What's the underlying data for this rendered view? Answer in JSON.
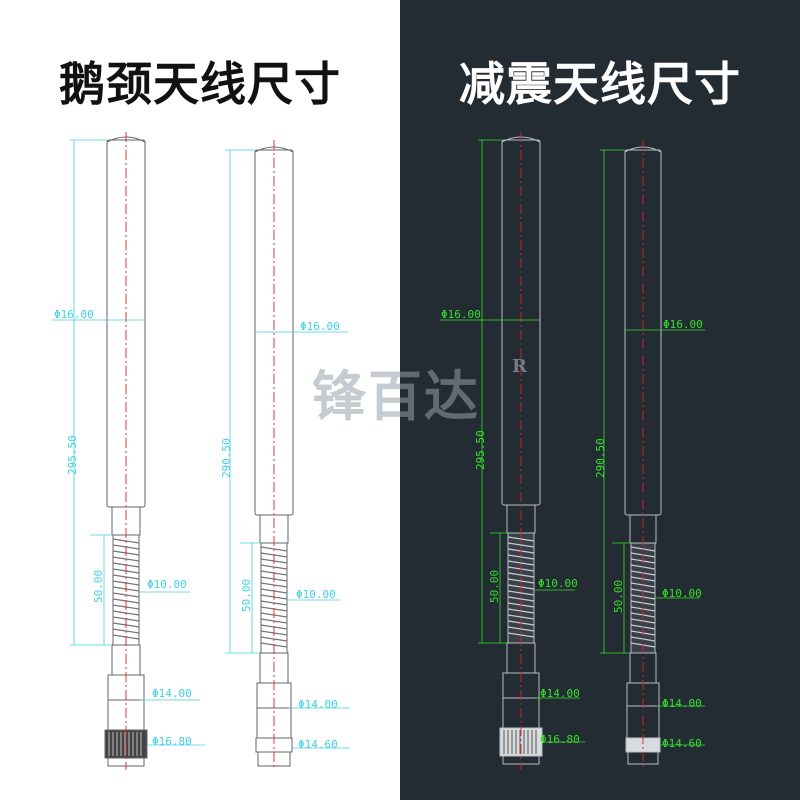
{
  "titles": {
    "left": "鹅颈天线尺寸",
    "right": "减震天线尺寸"
  },
  "watermark": {
    "text": "锋百达",
    "mark": "R"
  },
  "colors": {
    "left_bg": "#ffffff",
    "right_bg": "#232b33",
    "dimension_left": "#3fd0e8",
    "dimension_right": "#37e02a",
    "centerline": "#e0202a"
  },
  "antennas": {
    "gooseneck_a": {
      "diameter_top": "Φ16.00",
      "length": "295.50",
      "spring_length": "50.00",
      "spring_diameter": "Φ10.00",
      "base_diameter": "Φ14.00",
      "connector_diameter": "Φ16.80"
    },
    "gooseneck_b": {
      "diameter_top": "Φ16.00",
      "length": "290.50",
      "spring_length": "50.00",
      "spring_diameter": "Φ10.00",
      "base_diameter": "Φ14.00",
      "connector_diameter": "Φ14.60"
    },
    "shock_a": {
      "diameter_top": "Φ16.00",
      "length": "295.50",
      "spring_length": "50.00",
      "spring_diameter": "Φ10.00",
      "base_diameter": "Φ14.00",
      "connector_diameter": "Φ16.80"
    },
    "shock_b": {
      "diameter_top": "Φ16.00",
      "length": "290.50",
      "spring_length": "50.00",
      "spring_diameter": "Φ10.00",
      "base_diameter": "Φ14.00",
      "connector_diameter": "Φ14.60"
    }
  }
}
